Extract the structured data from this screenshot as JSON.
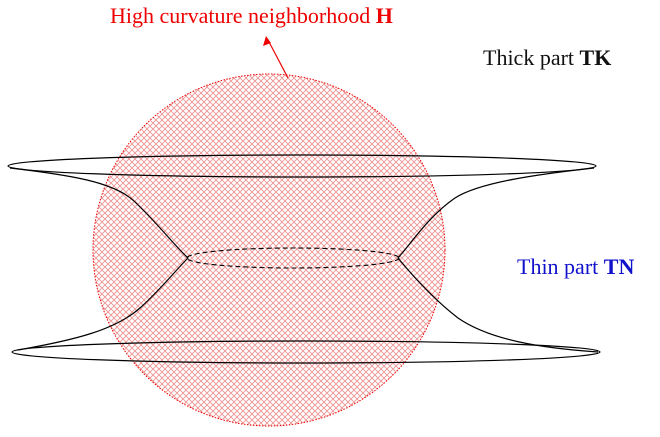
{
  "labels": {
    "high_curvature": {
      "text": "High curvature neighborhood ",
      "symbol": "H"
    },
    "thick_part": {
      "text": "Thick part ",
      "symbol": "TK"
    },
    "thin_part": {
      "text": "Thin part ",
      "symbol": "TN"
    }
  },
  "colors": {
    "high_curvature": "#ee0000",
    "thick_part": "#111111",
    "thin_part": "#1111cc",
    "outline": "#000000",
    "hatch": "#e03030"
  }
}
